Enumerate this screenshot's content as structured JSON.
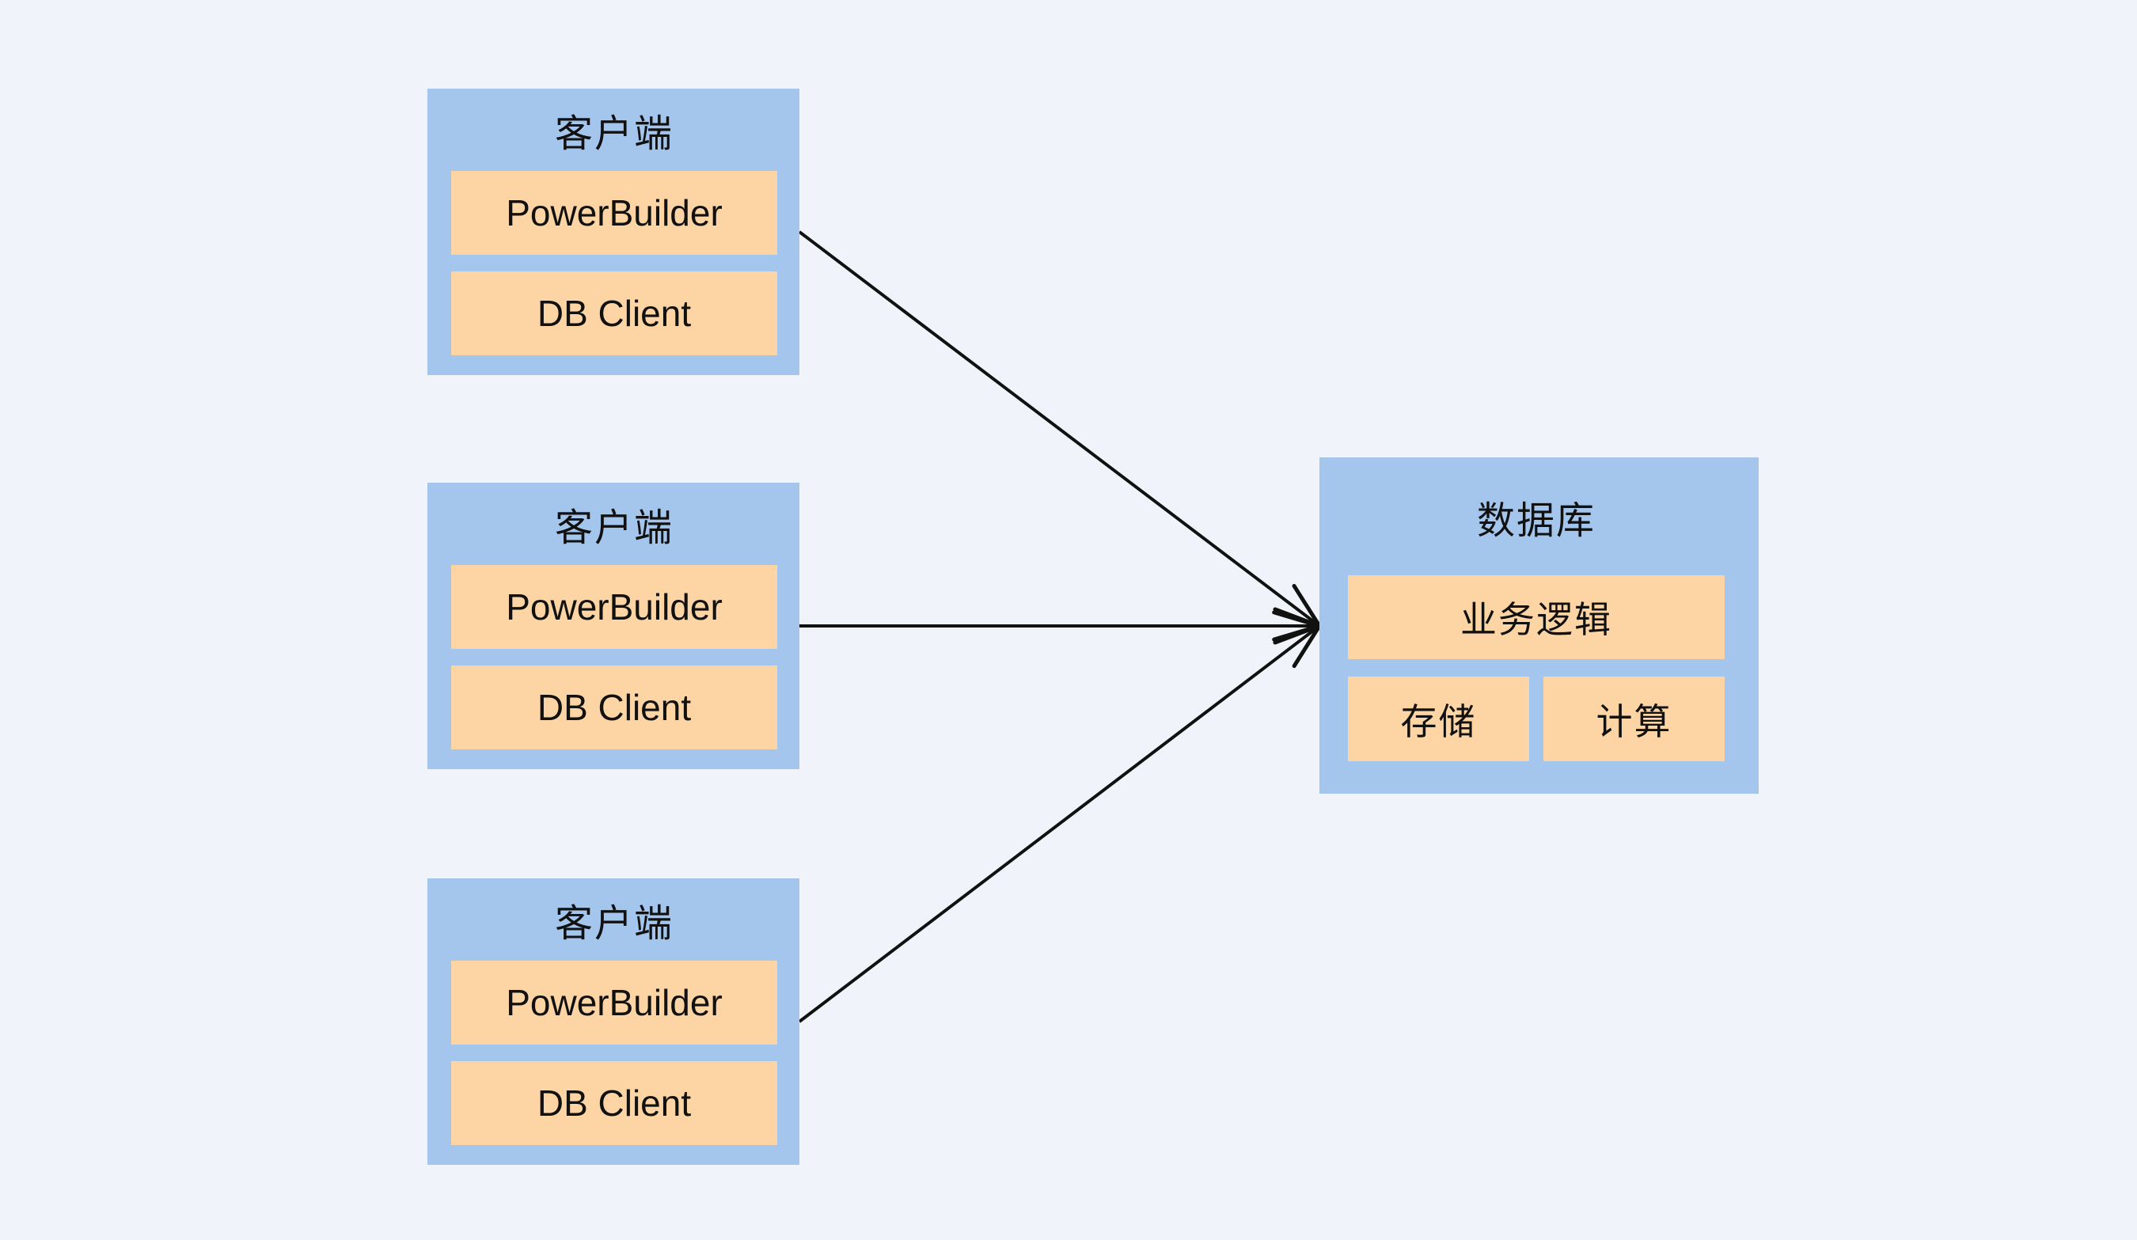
{
  "diagram": {
    "clients": [
      {
        "title": "客户端",
        "components": [
          "PowerBuilder",
          "DB Client"
        ]
      },
      {
        "title": "客户端",
        "components": [
          "PowerBuilder",
          "DB Client"
        ]
      },
      {
        "title": "客户端",
        "components": [
          "PowerBuilder",
          "DB Client"
        ]
      }
    ],
    "database": {
      "title": "数据库",
      "components": {
        "logic": "业务逻辑",
        "storage": "存储",
        "compute": "计算"
      }
    },
    "connections": [
      {
        "from": "client-1",
        "to": "database"
      },
      {
        "from": "client-2",
        "to": "database"
      },
      {
        "from": "client-3",
        "to": "database"
      }
    ],
    "colors": {
      "background": "#F0F4FA",
      "node_fill": "#A4C6ED",
      "component_fill": "#FDD5A5",
      "text": "#111111",
      "arrow": "#111111"
    }
  }
}
